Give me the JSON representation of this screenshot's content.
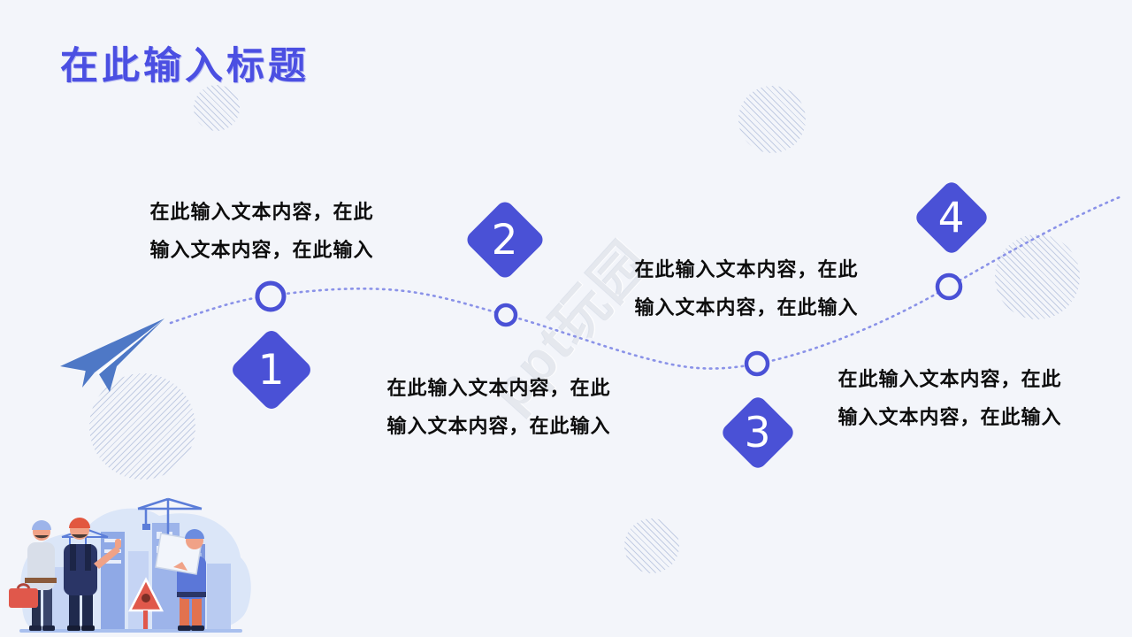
{
  "slide": {
    "title": "在此输入标题",
    "watermark": "ppt玩园",
    "background_color": "#f3f5fa",
    "accent_color": "#4a51d6",
    "title_color": "#4b4fe2",
    "body_text_color": "#0d0d0d"
  },
  "timeline": {
    "type": "curved-dotted-timeline",
    "steps": [
      {
        "number": "1",
        "line1": "在此输入文本内容，在此",
        "line2": "输入文本内容，在此输入"
      },
      {
        "number": "2",
        "line1": "在此输入文本内容，在此",
        "line2": "输入文本内容，在此输入"
      },
      {
        "number": "3",
        "line1": "在此输入文本内容，在此",
        "line2": "输入文本内容，在此输入"
      },
      {
        "number": "4",
        "line1": "在此输入文本内容，在此",
        "line2": "输入文本内容，在此输入"
      }
    ]
  },
  "decorations": {
    "paper_plane_icon": "paper-plane",
    "illustration": "construction-workers-site",
    "hatched_circle_count": 5
  }
}
